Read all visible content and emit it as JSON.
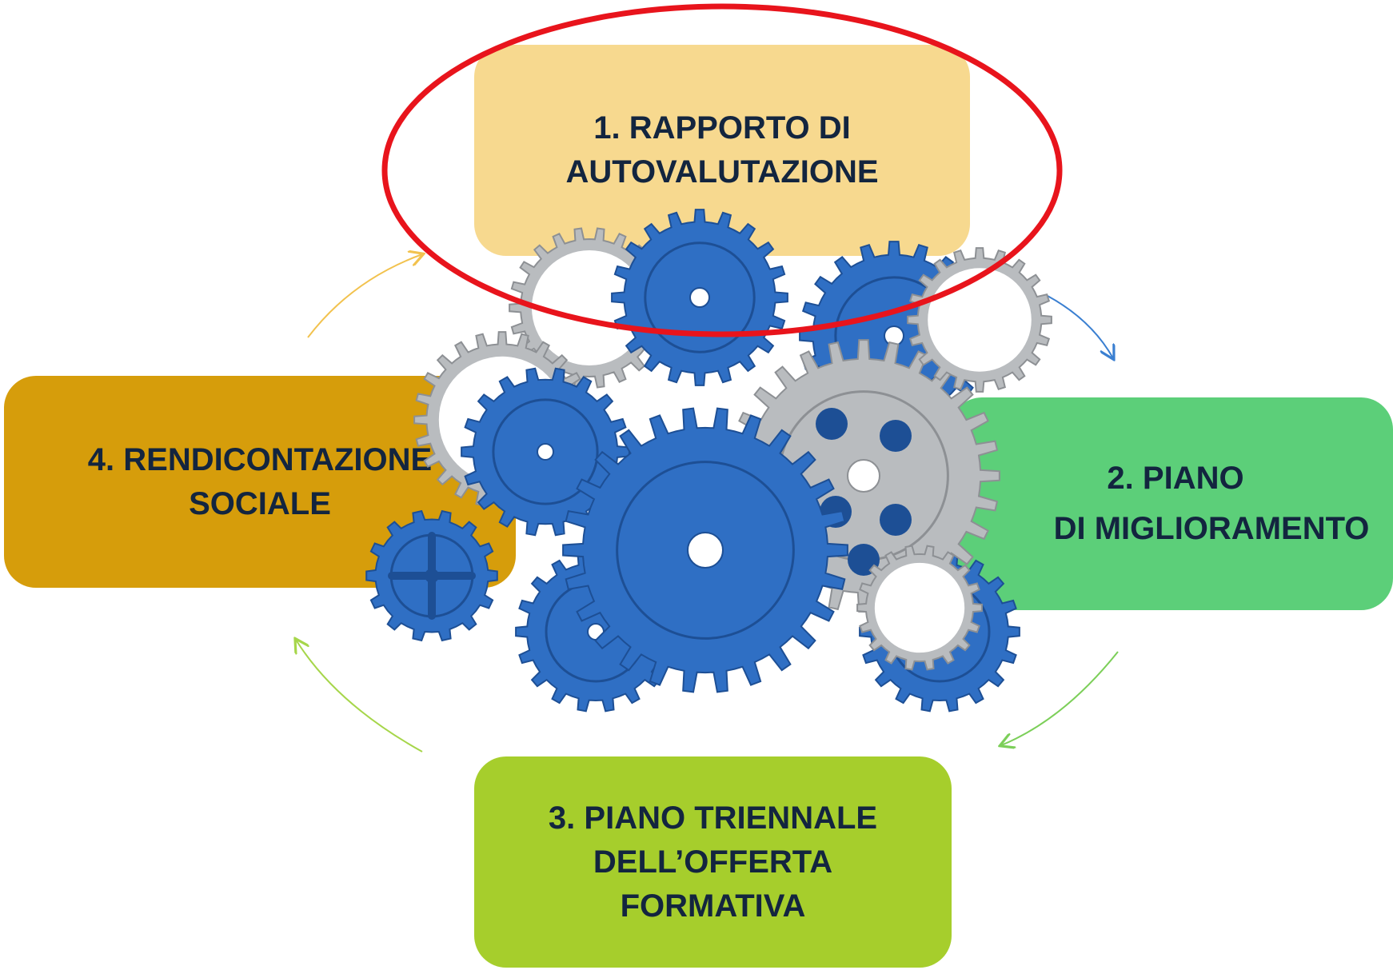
{
  "steps": [
    {
      "id": "box1",
      "lines": [
        "1. RAPPORTO DI",
        "AUTOVALUTAZIONE"
      ],
      "color": "#f7d98f",
      "highlighted": true
    },
    {
      "id": "box2",
      "lines": [
        "2. PIANO",
        "DI MIGLIORAMENTO"
      ],
      "color": "#5ccf79"
    },
    {
      "id": "box3",
      "lines": [
        "3. PIANO TRIENNALE",
        "DELL’OFFERTA",
        "FORMATIVA"
      ],
      "color": "#a6ce2c"
    },
    {
      "id": "box4",
      "lines": [
        "4. RENDICONTAZIONE",
        "SOCIALE"
      ],
      "color": "#d69d0b"
    }
  ],
  "colors": {
    "highlight_ring": "#e8141c",
    "gear_blue": "#2f6fc4",
    "gear_blue_dark": "#1d4f95",
    "gear_grey": "#b9bcbf",
    "arrow_orange": "#f2c24e",
    "arrow_blue": "#3a7fd1",
    "arrow_green": "#7ccf59",
    "arrow_lime": "#a6d64a"
  },
  "icons": [
    "gears-cluster-icon",
    "cycle-arrow-icon"
  ]
}
